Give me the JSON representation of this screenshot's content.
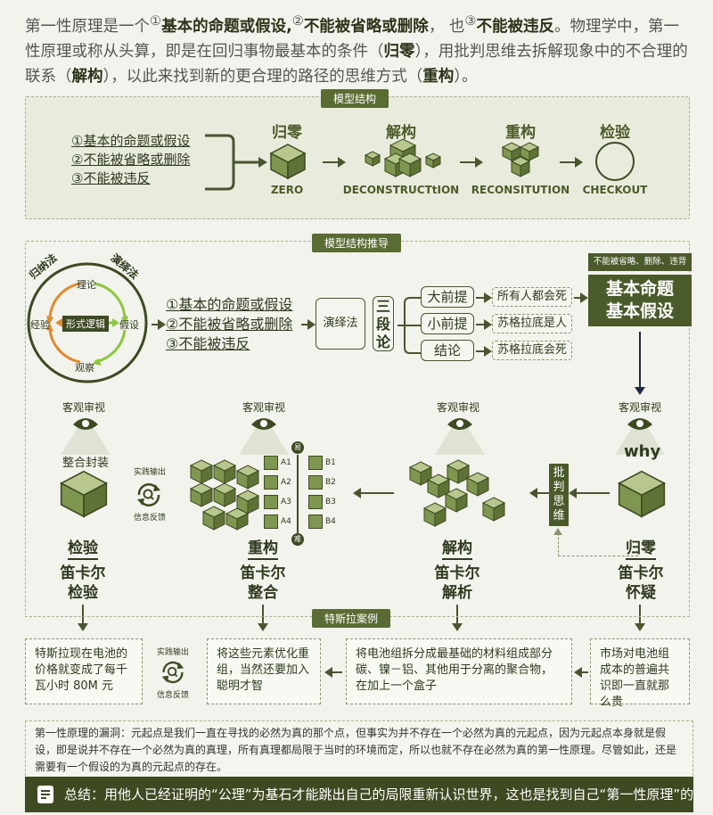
{
  "intro": {
    "p1": "第一性原理是一个",
    "n1": "①",
    "b1": "基本的命题或假设",
    "s1": ",",
    "n2": "②",
    "b2": "不能被省略或删除",
    "s2": "， 也",
    "n3": "③",
    "b3": "不能被违反",
    "p2": "。物理学中，第一性原理或称从头算，即是在回归事物最基本的条件（",
    "b4": "归零",
    "p3": "），用批判思维去拆解现象中的不合理的联系（",
    "b5": "解构",
    "p4": "），以此来找到新的更合理的路径的思维方式（",
    "b6": "重构",
    "p5": "）。"
  },
  "model": {
    "tag": "模型结构",
    "premises": [
      "①基本的命题或假设",
      "②不能被省略或删除",
      "③不能被违反"
    ],
    "stages": [
      {
        "title": "归零",
        "sub": "ZERO"
      },
      {
        "title": "解构",
        "sub": "DECONSTRUCTtION"
      },
      {
        "title": "重构",
        "sub": "RECONSITUTION"
      },
      {
        "title": "检验",
        "sub": "CHECKOUT"
      }
    ]
  },
  "deduction": {
    "tag": "模型结构推导",
    "cycle": {
      "left_arc": "归纳法",
      "right_arc": "演绎法",
      "top": "理论",
      "left": "经验",
      "right": "假设",
      "bottom": "观察",
      "center": "形式逻辑"
    },
    "premises": [
      "①基本的命题或假设",
      "②不能被省略或删除",
      "③不能被违反"
    ],
    "method": "演绎法",
    "syllogism": "三段论",
    "parts": [
      {
        "name": "大前提",
        "example": "所有人都会死"
      },
      {
        "name": "小前提",
        "example": "苏格拉底是人"
      },
      {
        "name": "结论",
        "example": "苏格拉底会死"
      }
    ],
    "badge": "不能被省略、删除、违背",
    "result": [
      "基本命题",
      "基本假设"
    ]
  },
  "flow": {
    "observe": "客观审视",
    "packaging": "整合封装",
    "practice_out": "实践输出",
    "feedback": "信息反馈",
    "easy": "易",
    "hard": "难",
    "a_items": [
      "A1",
      "A2",
      "A3",
      "A4"
    ],
    "b_items": [
      "B1",
      "B2",
      "B3",
      "B4"
    ],
    "why": "why",
    "critical": "批判思维",
    "columns": [
      {
        "title": "检验",
        "line1": "笛卡尔",
        "line2": "检验"
      },
      {
        "title": "重构",
        "line1": "笛卡尔",
        "line2": "整合"
      },
      {
        "title": "解构",
        "line1": "笛卡尔",
        "line2": "解析"
      },
      {
        "title": "归零",
        "line1": "笛卡尔",
        "line2": "怀疑"
      }
    ]
  },
  "tesla": {
    "tag": "特斯拉案例",
    "cases": [
      "特斯拉现在电池的价格就变成了每千瓦小时 80M 元",
      "将这些元素优化重组，当然还要加入聪明才智",
      "将电池组拆分成最基础的材料组成部分碳、镍－铝、其他用于分离的聚合物，在加上一个盒子",
      "市场对电池组成本的普遍共识即一直就那么贵"
    ],
    "practice_out": "实践输出",
    "feedback": "信息反馈"
  },
  "note": "第一性原理的漏洞：元起点是我们一直在寻找的必然为真的那个点，但事实为并不存在一个必然为真的元起点，因为元起点本身就是假设，即是说并不存在一个必然为真的真理，所有真理都局限于当时的环境而定，所以也就不存在必然为真的第一性原理。尽管如此，还是需要有一个假设的为真的元起点的存在。",
  "summary": "总结：用他人已经证明的“公理”为基石才能跳出自己的局限重新认识世界，这也是找到自己“第一性原理”的唯一捷径。",
  "colors": {
    "accent": "#4b5a2a",
    "light": "#e9ecdd",
    "orange": "#e08a2e",
    "green_arrow": "#8cc63f"
  }
}
